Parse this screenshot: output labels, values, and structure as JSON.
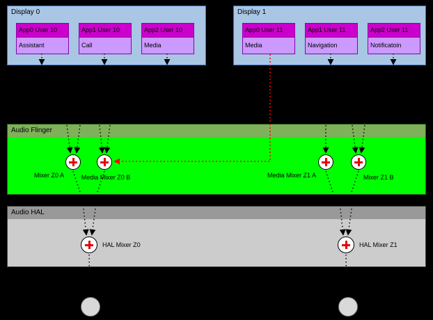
{
  "displays": [
    {
      "title": "Display 0",
      "apps": [
        {
          "header": "App0 User 10",
          "label": "Assistant"
        },
        {
          "header": "App1 User 10",
          "label": "Call"
        },
        {
          "header": "App2 User 10",
          "label": "Media"
        }
      ]
    },
    {
      "title": "Display 1",
      "apps": [
        {
          "header": "App0 User 11",
          "label": "Media"
        },
        {
          "header": "App1 User 11",
          "label": "Navigation"
        },
        {
          "header": "App2 User 11",
          "label": "Notificatoin"
        }
      ]
    }
  ],
  "audio_flinger": {
    "title": "Audio Flinger",
    "mixers": [
      {
        "label": "Mixer Z0 A"
      },
      {
        "label": "Media Mixer Z0 B"
      },
      {
        "label": "Media Mixer Z1 A"
      },
      {
        "label": "Mixer Z1 B"
      }
    ]
  },
  "audio_hal": {
    "title": "Audio HAL",
    "mixers": [
      {
        "label": "HAL Mixer Z0"
      },
      {
        "label": "HAL Mixer Z1"
      }
    ]
  },
  "colors": {
    "display_fill": "#a9c6e5",
    "display_border": "#3a6fb5",
    "app_header_fill": "#cc00cc",
    "app_body_fill": "#cc99ff",
    "flinger_header_fill": "#7fb15a",
    "flinger_body_fill": "#00ff00",
    "hal_header_fill": "#999999",
    "hal_body_fill": "#cccccc",
    "mixer_cross": "#e60000",
    "reroute_line": "#ff0000",
    "connector_line": "#000000"
  }
}
